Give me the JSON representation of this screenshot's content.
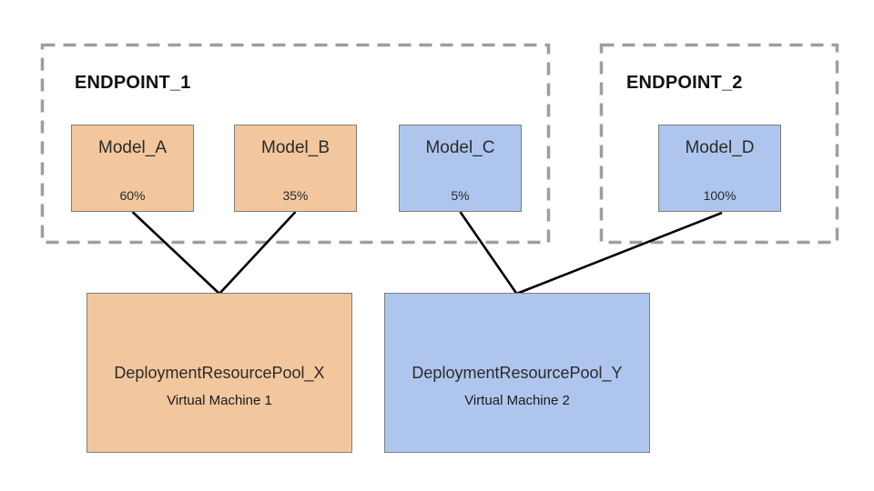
{
  "endpoints": [
    {
      "label": "ENDPOINT_1",
      "models": [
        {
          "name": "Model_A",
          "split": "60%"
        },
        {
          "name": "Model_B",
          "split": "35%"
        },
        {
          "name": "Model_C",
          "split": "5%"
        }
      ]
    },
    {
      "label": "ENDPOINT_2",
      "models": [
        {
          "name": "Model_D",
          "split": "100%"
        }
      ]
    }
  ],
  "pools": [
    {
      "name": "DeploymentResourcePool_X",
      "vm": "Virtual Machine 1"
    },
    {
      "name": "DeploymentResourcePool_Y",
      "vm": "Virtual Machine 2"
    }
  ],
  "colors": {
    "model_orange_fill": "#f2c79d",
    "model_blue_fill": "#aec6ed",
    "box_border": "#7f7f7f",
    "endpoint_dashed_border": "#9e9e9e",
    "connector_line": "#000000"
  }
}
